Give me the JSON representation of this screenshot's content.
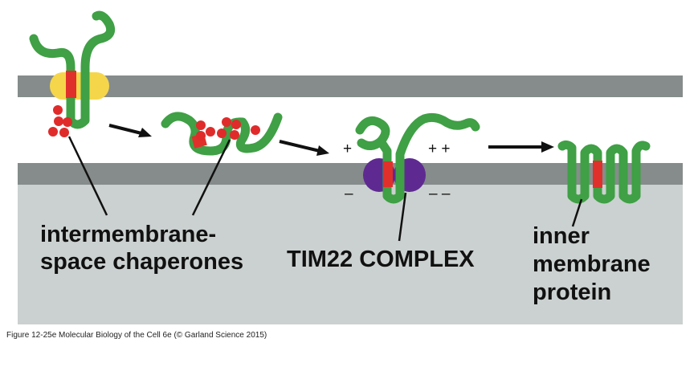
{
  "labels": {
    "chaperones_line1": "intermembrane-",
    "chaperones_line2": "space chaperones",
    "tim22": "TIM22 COMPLEX",
    "protein_line1": "inner",
    "protein_line2": "membrane",
    "protein_line3": "protein"
  },
  "charges": {
    "plus_single": "+",
    "plus_double": "+ +",
    "minus_single": "–",
    "minus_double": "– –"
  },
  "caption": "Figure 12-25e  Molecular Biology of the Cell 6e (© Garland Science 2015)",
  "colors": {
    "membrane": "#858c8b",
    "matrix": "#cbd1d0",
    "protein_chain": "#3fa045",
    "hydrophobic_segment": "#e0302b",
    "chaperone": "#e02b2b",
    "outer_channel": "#f5d64a",
    "tim22_complex": "#5e2a91",
    "arrow": "#111111"
  }
}
